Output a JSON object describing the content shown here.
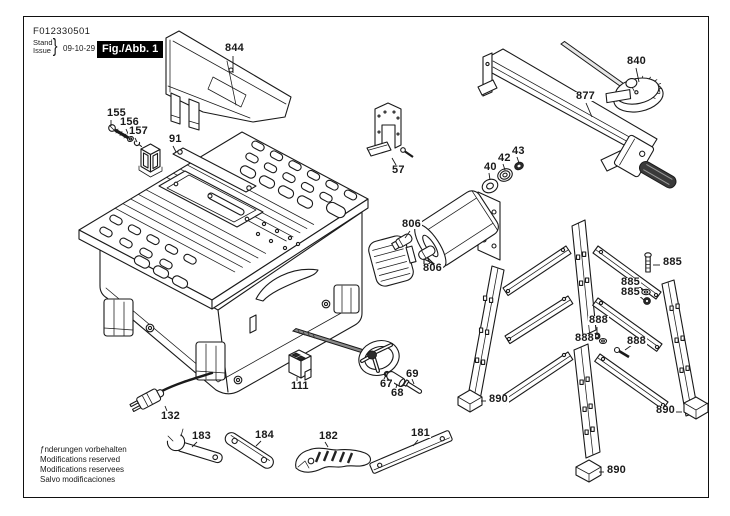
{
  "page": {
    "doc_number": "F012330501",
    "stand_label": "Stand",
    "issue_label": "Issue",
    "stand_issue_brace": "}",
    "date": "09-10-29",
    "figure_label": "Fig./Abb. 1"
  },
  "part_labels": [
    "844",
    "840",
    "877",
    "155",
    "156",
    "157",
    "91",
    "57",
    "40",
    "42",
    "43",
    "806",
    "806",
    "885",
    "885",
    "885",
    "888",
    "888",
    "888",
    "890",
    "890",
    "890",
    "111",
    "132",
    "67",
    "68",
    "69",
    "183",
    "184",
    "182",
    "181"
  ],
  "footer_lines": [
    "ƒnderungen vorbehalten",
    "Modifications reserved",
    "Modifications reservees",
    "Salvo modificaciones"
  ],
  "colors": {
    "ink": "#1a1a1a",
    "paper": "#ffffff",
    "figure_box_bg": "#000000",
    "figure_box_text": "#ffffff"
  }
}
